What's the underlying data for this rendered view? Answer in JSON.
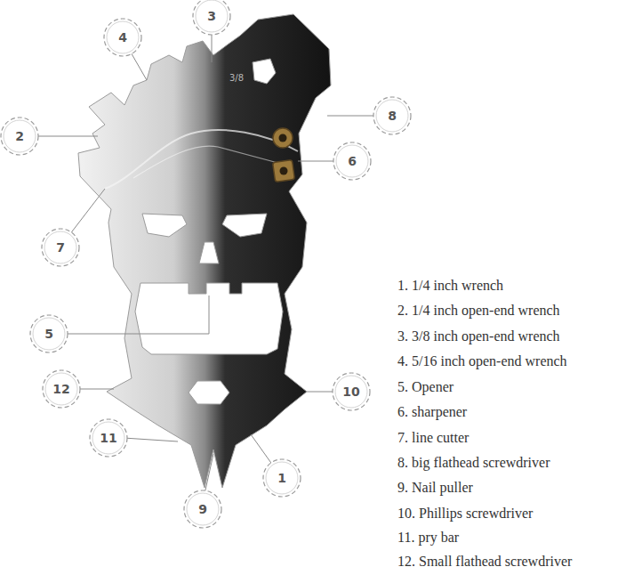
{
  "diagram": {
    "nodes": [
      {
        "text": [
          "3"
        ]
      },
      {
        "text": [
          "4"
        ]
      },
      {
        "text": [
          "8"
        ]
      },
      {
        "text": [
          "2"
        ]
      },
      {
        "text": [
          "6"
        ]
      },
      {
        "text": [
          "7"
        ]
      },
      {
        "text": [
          "5"
        ]
      },
      {
        "text": [
          "12"
        ]
      },
      {
        "text": [
          "10"
        ]
      },
      {
        "text": [
          "11"
        ]
      },
      {
        "text": [
          "1"
        ]
      },
      {
        "text": [
          "9"
        ]
      }
    ],
    "edges": [],
    "labels": [
      "3/8",
      "1. 1/4 inch wrench",
      "2. 1/4 inch open-end wrench",
      "3. 3/8 inch open-end wrench",
      "4. 5/16 inch open-end wrench",
      "5. Opener",
      "6. sharpener",
      "7. line cutter",
      "8. big flathead screwdriver",
      "9. Nail puller",
      "10. Phillips screwdriver",
      "11. pry bar",
      "12. Small flathead screwdriver"
    ]
  }
}
